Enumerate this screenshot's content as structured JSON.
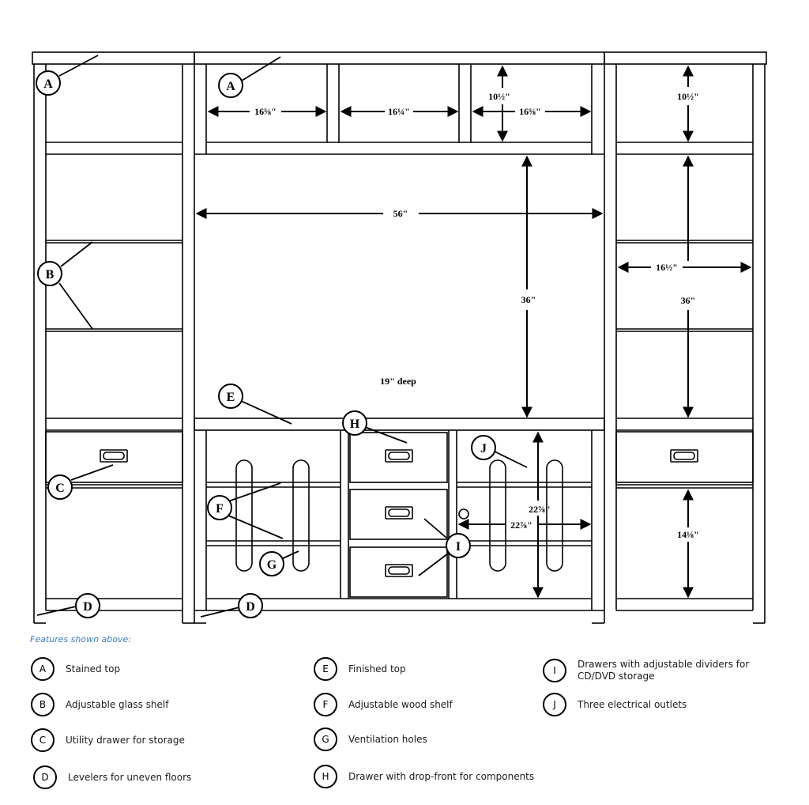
{
  "dimensions": {
    "top_left_opening": "16⅝\"",
    "top_middle_opening": "16¼\"",
    "top_right_opening": "16⅝\"",
    "top_height": "10½\"",
    "right_top_height": "10½\"",
    "tv_width": "56\"",
    "tv_height": "36\"",
    "right_width": "16½\"",
    "right_height": "36\"",
    "depth": "19\" deep",
    "right_cabinet_height": "22⅞\"",
    "right_cabinet_width": "22⅞\"",
    "right_lower_height": "14⅛\""
  },
  "callouts": {
    "a1": "A",
    "a2": "A",
    "b": "B",
    "c": "C",
    "d1": "D",
    "d2": "D",
    "e": "E",
    "f": "F",
    "g": "G",
    "h": "H",
    "i": "I",
    "j": "J"
  },
  "legend": {
    "title": "Features shown above:",
    "items": [
      {
        "letter": "A",
        "text": "Stained top"
      },
      {
        "letter": "B",
        "text": "Adjustable glass shelf"
      },
      {
        "letter": "C",
        "text": "Utility drawer for storage"
      },
      {
        "letter": "D",
        "text": "Levelers for uneven floors"
      },
      {
        "letter": "E",
        "text": "Finished top"
      },
      {
        "letter": "F",
        "text": "Adjustable wood shelf"
      },
      {
        "letter": "G",
        "text": "Ventilation holes"
      },
      {
        "letter": "H",
        "text": "Drawer with drop-front for components"
      },
      {
        "letter": "I",
        "text": "Drawers with adjustable dividers for CD/DVD storage"
      },
      {
        "letter": "J",
        "text": "Three electrical outlets"
      }
    ]
  }
}
